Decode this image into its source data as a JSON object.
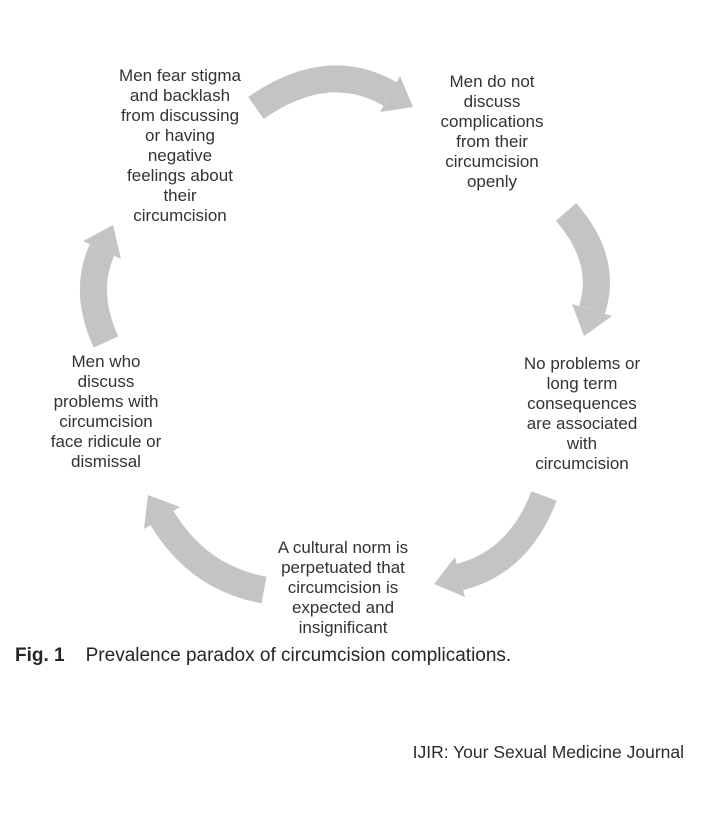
{
  "figure": {
    "caption": {
      "label": "Fig. 1",
      "text": "Prevalence paradox of circumcision complications."
    },
    "footer": "IJIR: Your Sexual Medicine Journal",
    "colors": {
      "arrow": "#c4c4c4",
      "text": "#333333"
    }
  },
  "cycle": {
    "nodes": {
      "top_left": {
        "lines": [
          "Men fear stigma",
          "and backlash",
          "from discussing",
          "or having",
          "negative",
          "feelings about",
          "their",
          "circumcision"
        ]
      },
      "top_right": {
        "lines": [
          "Men do not",
          "discuss",
          "complications",
          "from their",
          "circumcision",
          "openly"
        ]
      },
      "right": {
        "lines": [
          "No problems or",
          "long term",
          "consequences",
          "are associated",
          "with",
          "circumcision"
        ]
      },
      "bottom": {
        "lines": [
          "A cultural norm is",
          "perpetuated that",
          "circumcision is",
          "expected and",
          "insignificant"
        ]
      },
      "left": {
        "lines": [
          "Men who",
          "discuss",
          "problems with",
          "circumcision",
          "face ridicule or",
          "dismissal"
        ]
      }
    },
    "arrows": [
      {
        "from": "top_left",
        "to": "top_right",
        "direction": "clockwise"
      },
      {
        "from": "top_right",
        "to": "right",
        "direction": "clockwise"
      },
      {
        "from": "right",
        "to": "bottom",
        "direction": "clockwise"
      },
      {
        "from": "bottom",
        "to": "left",
        "direction": "clockwise"
      },
      {
        "from": "left",
        "to": "top_left",
        "direction": "clockwise"
      }
    ]
  }
}
